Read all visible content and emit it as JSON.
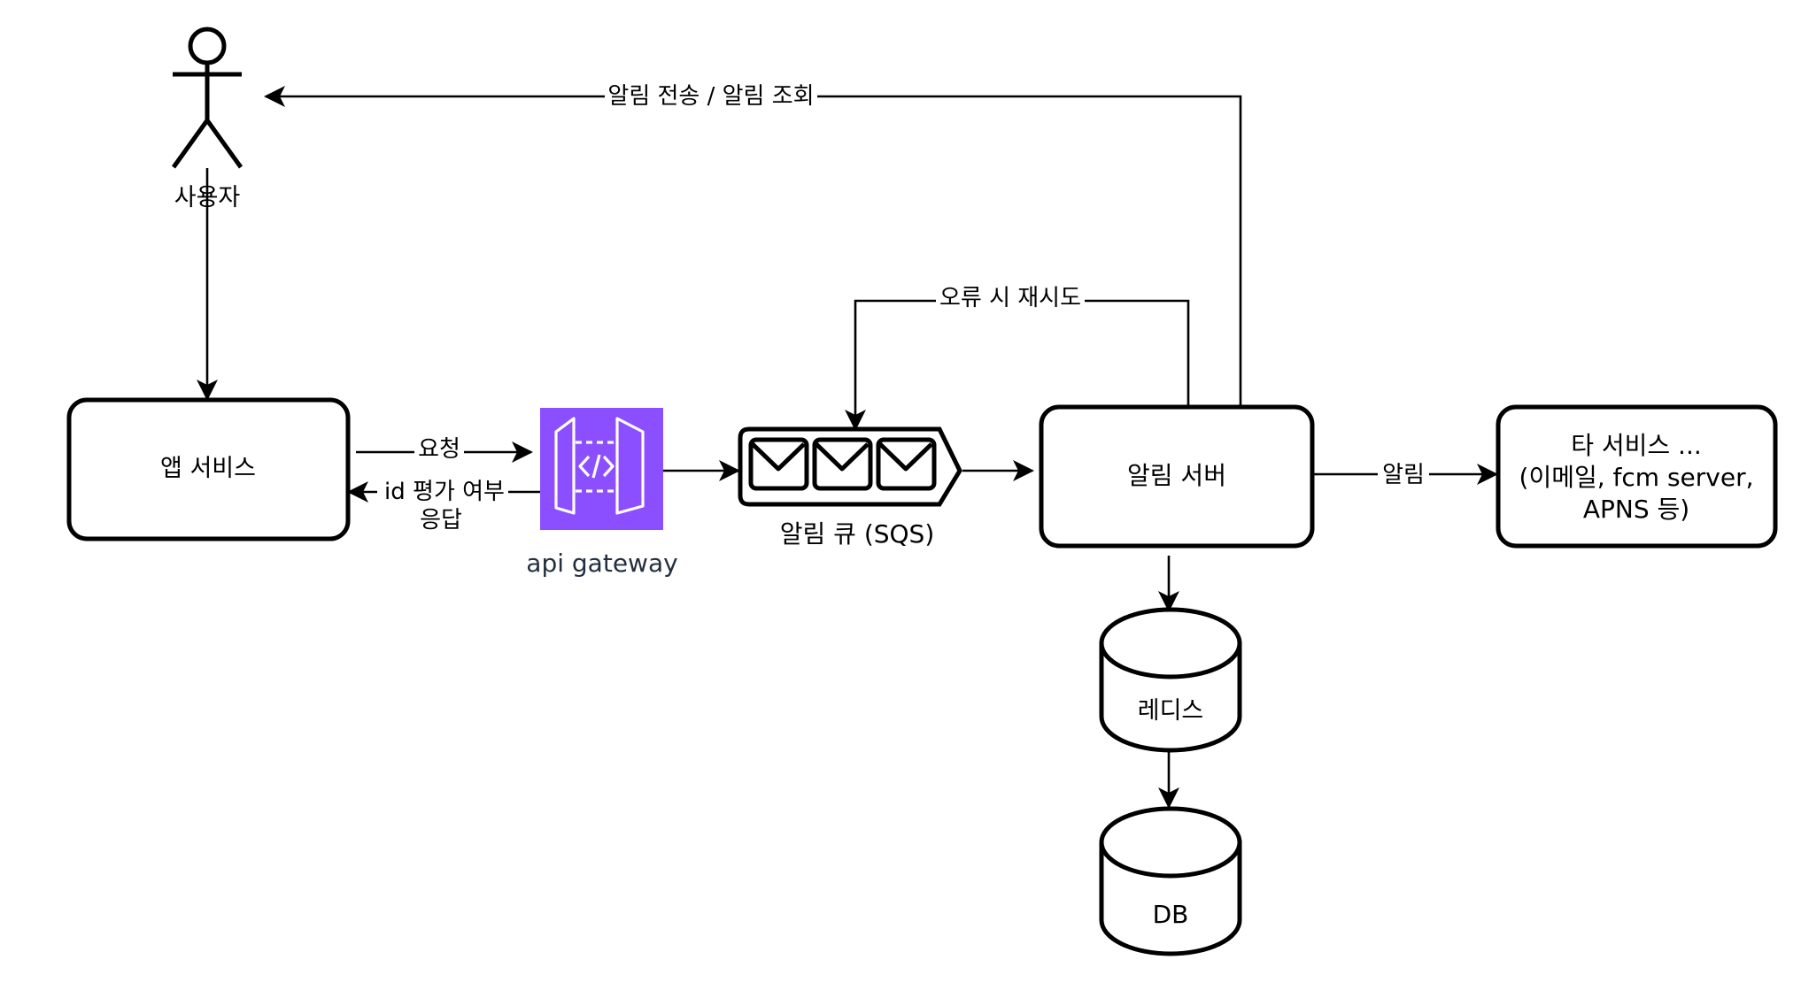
{
  "diagram": {
    "actor": {
      "label": "사용자"
    },
    "nodes": {
      "app_service": {
        "label": "앱 서비스"
      },
      "api_gateway": {
        "label": "api gateway",
        "color": "#8C4FFF",
        "label_color": "#232F3E"
      },
      "queue": {
        "label": "알림 큐 (SQS)"
      },
      "notify_server": {
        "label": "알림 서버"
      },
      "other_services": {
        "lines": [
          "타 서비스 ...",
          "(이메일, fcm server,",
          "APNS 등)"
        ]
      },
      "redis": {
        "label": "레디스"
      },
      "db": {
        "label": "DB"
      }
    },
    "edges": {
      "notify_to_user": {
        "label": "알림 전송 / 알림 조회"
      },
      "retry": {
        "label": "오류 시 재시도"
      },
      "request": {
        "label": "요청"
      },
      "response": {
        "lines": [
          "id 평가 여부",
          "응답"
        ]
      },
      "notify_out": {
        "label": "알림"
      }
    }
  }
}
